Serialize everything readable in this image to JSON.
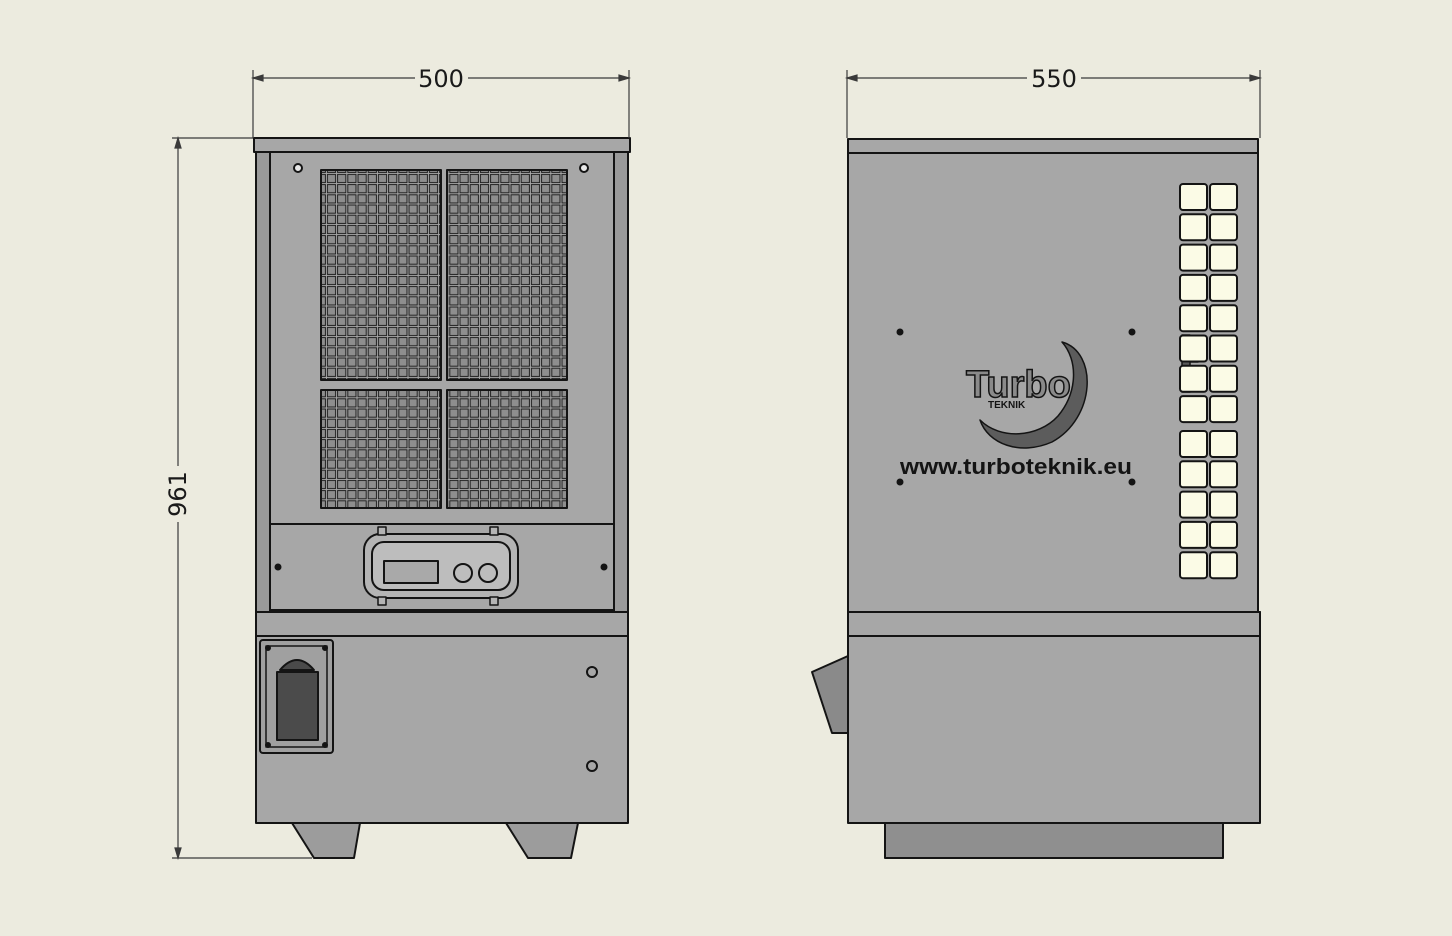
{
  "dimensions": {
    "front_width": "500",
    "side_width": "550",
    "height": "961"
  },
  "branding": {
    "logo_main": "Turbo",
    "logo_sub": "TEKNIK",
    "website": "www.turboteknik.eu"
  },
  "colors": {
    "background": "#ecebdf",
    "body": "#a7a7a7",
    "outline": "#141414",
    "vent_cell": "#fbfbe6"
  }
}
